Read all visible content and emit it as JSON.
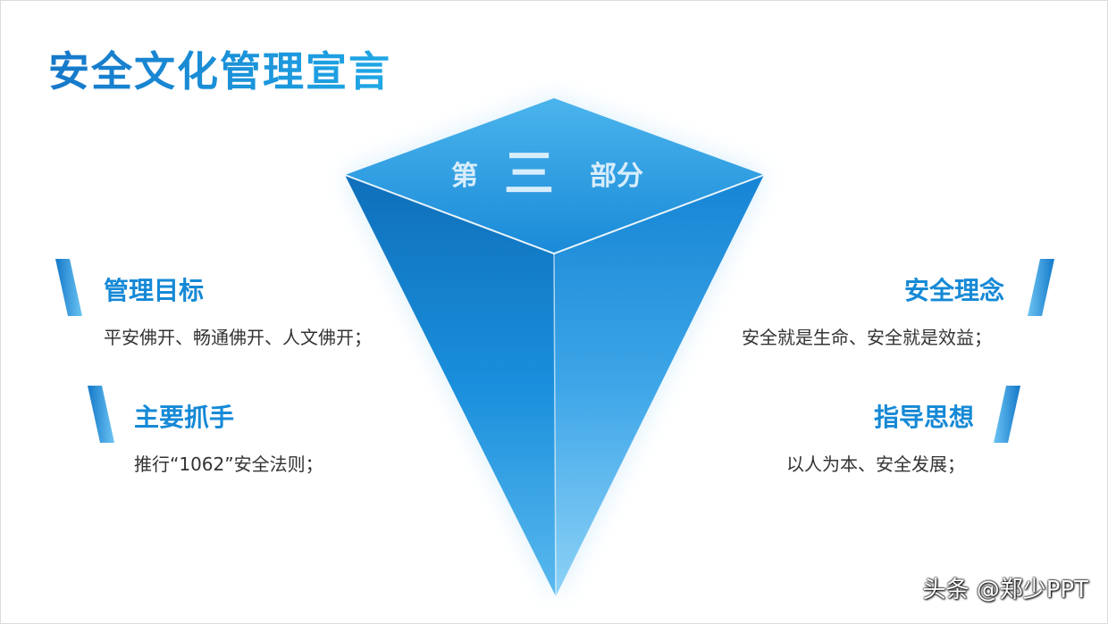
{
  "title": "安全文化管理宣言",
  "center": {
    "label": "第三部分",
    "char1": "第",
    "char2": "三",
    "char3": "部分"
  },
  "items": [
    {
      "heading": "管理目标",
      "text": "平安佛开、畅通佛开、人文佛开；"
    },
    {
      "heading": "主要抓手",
      "text": "推行“1062”安全法则；"
    },
    {
      "heading": "安全理念",
      "text": "安全就是生命、安全就是效益；"
    },
    {
      "heading": "指导思想",
      "text": "以人为本、安全发展；"
    }
  ],
  "watermark": "头条 @郑少PPT",
  "colors": {
    "accent": "#1689d6",
    "accent_light": "#6cc4f2",
    "accent_dark": "#0e6fb8",
    "text": "#333333"
  }
}
